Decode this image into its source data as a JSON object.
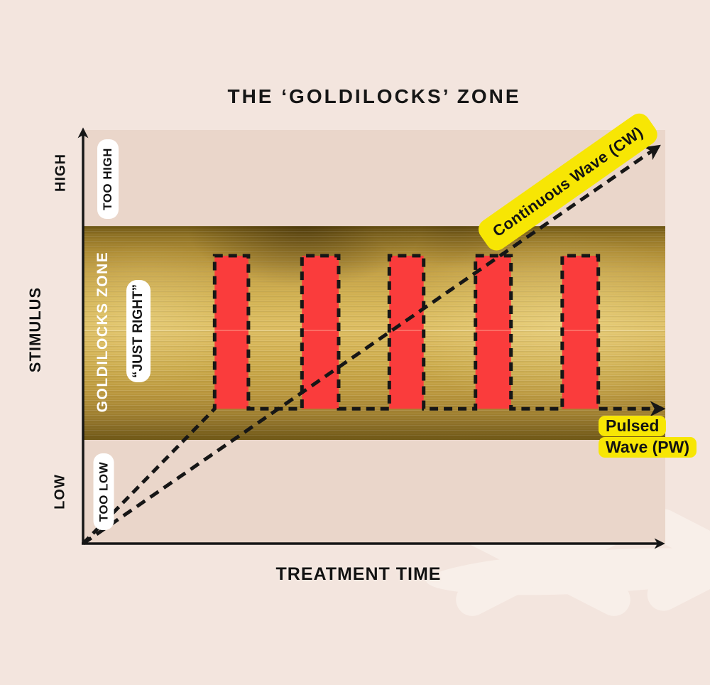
{
  "colors": {
    "page_bg": "#f3e5de",
    "plot_bg": "#ead6ca",
    "gold_dark": "#6e5614",
    "gold_light": "#dcbd61",
    "pulse_red": "#fa3c3c",
    "highlight_yellow": "#f7e604",
    "line_black": "#161616",
    "chip_white": "#ffffff",
    "watermark": "#f8efe9"
  },
  "chart_data": {
    "type": "line",
    "title": "THE ‘GOLDILOCKS’ ZONE",
    "xlabel": "TREATMENT TIME",
    "ylabel": "STIMULUS",
    "y_ticks": [
      "HIGH",
      "LOW"
    ],
    "x_range_norm": [
      0,
      1
    ],
    "y_range_norm": [
      0,
      1
    ],
    "grid": false,
    "bands": [
      {
        "label": "TOO HIGH",
        "y_range": [
          0.768,
          1.0
        ],
        "style": "plain"
      },
      {
        "label": "GOLDILOCKS ZONE",
        "sub_label": "“JUST RIGHT”",
        "y_range": [
          0.253,
          0.768
        ],
        "style": "gold"
      },
      {
        "label": "TOO LOW",
        "y_range": [
          0.0,
          0.253
        ],
        "style": "plain"
      }
    ],
    "series": [
      {
        "name": "Continuous Wave (CW)",
        "style": "dashed-arrow",
        "points": [
          [
            0,
            0
          ],
          [
            0.987,
            0.959
          ]
        ]
      },
      {
        "name": "Pulsed Wave (PW)",
        "style": "dashed-square-wave-arrow",
        "baseline_y": 0.326,
        "peak_y": 0.696,
        "pulses_x": [
          [
            0.226,
            0.284
          ],
          [
            0.376,
            0.439
          ],
          [
            0.526,
            0.585
          ],
          [
            0.674,
            0.735
          ],
          [
            0.823,
            0.885
          ]
        ],
        "end_x": 0.994,
        "pulse_fill": "#fa3c3c"
      }
    ],
    "legend_position": "inline-rotated-labels"
  },
  "labels": {
    "pw_line1": "Pulsed",
    "pw_line2": "Wave (PW)"
  }
}
